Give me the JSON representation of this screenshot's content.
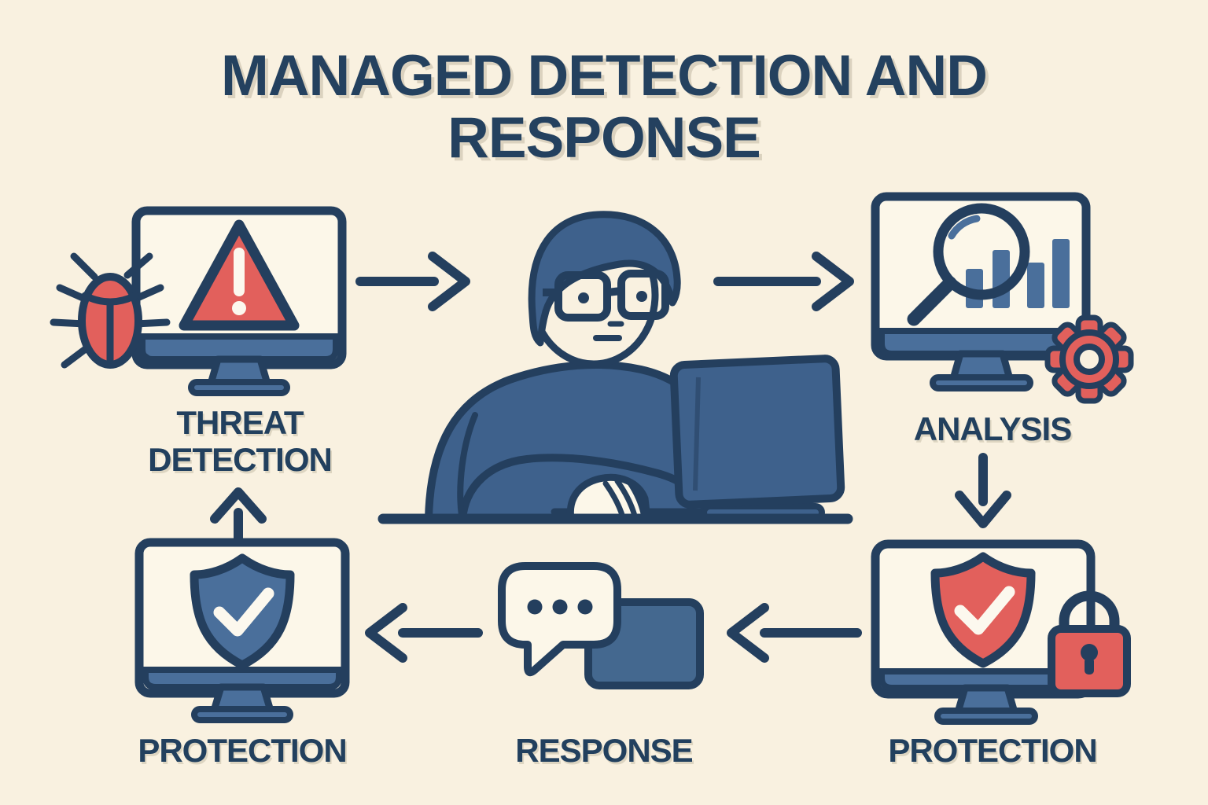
{
  "title": "MANAGED DETECTION AND RESPONSE",
  "steps": [
    {
      "id": "threat-detection",
      "label": "THREAT DETECTION",
      "icon": "monitor-warning-triangle-bug-icon"
    },
    {
      "id": "analysis",
      "label": "ANALYSIS",
      "icon": "monitor-magnifier-bar-chart-gear-icon"
    },
    {
      "id": "protection-after-analysis",
      "label": "PROTECTION",
      "icon": "monitor-shield-check-padlock-icon"
    },
    {
      "id": "response",
      "label": "RESPONSE",
      "icon": "chat-bubbles-icon"
    },
    {
      "id": "protection-loop",
      "label": "PROTECTION",
      "icon": "monitor-shield-check-icon"
    }
  ],
  "center_figure": {
    "icon": "analyst-at-computer-icon"
  },
  "flow_arrows": [
    "threat-detection -> analyst",
    "analyst -> analysis",
    "analysis -> protection-after-analysis",
    "protection-after-analysis -> response",
    "response -> protection-loop",
    "protection-loop -> threat-detection"
  ],
  "palette": {
    "background": "#f9f1e0",
    "navy": "#243f5e",
    "steel_blue": "#4a6f9b",
    "dark_steel": "#3e618c",
    "red": "#e2605c",
    "screen": "#fcf7e9",
    "white": "#fcf8ee"
  }
}
